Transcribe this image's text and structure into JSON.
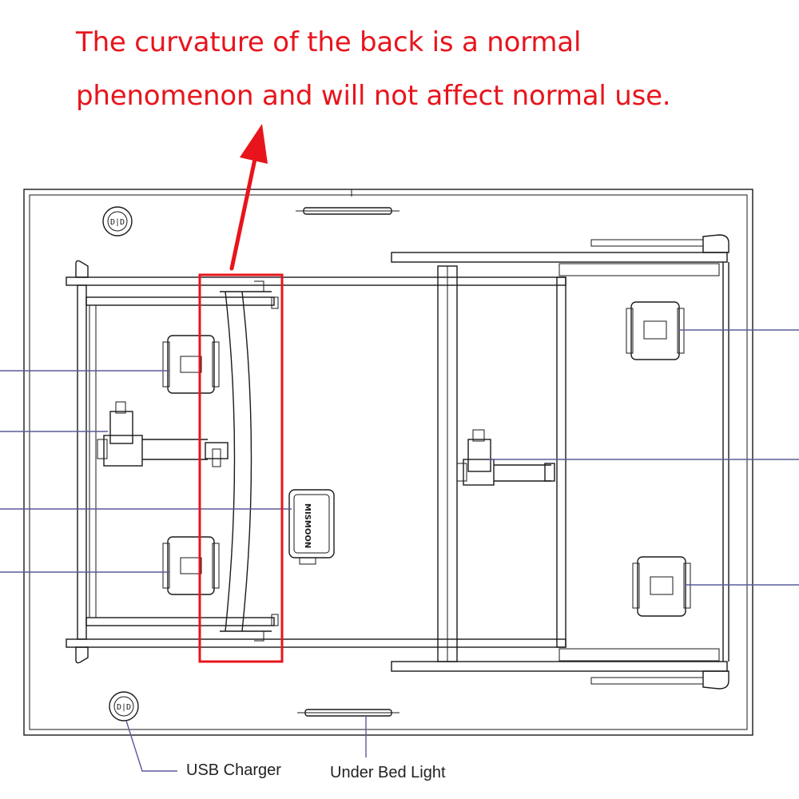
{
  "annotation": {
    "line1": "The curvature of the back is a normal",
    "line2": "phenomenon and will not affect normal use.",
    "color": "#e8141c"
  },
  "callouts": {
    "usb_charger": "USB Charger",
    "under_bed_light": "Under Bed Light",
    "controller_brand": "MISMOON"
  },
  "colors": {
    "highlight": "#e8141c",
    "leader_line": "#5b5b9a",
    "drawing": "#1a1a1a"
  }
}
